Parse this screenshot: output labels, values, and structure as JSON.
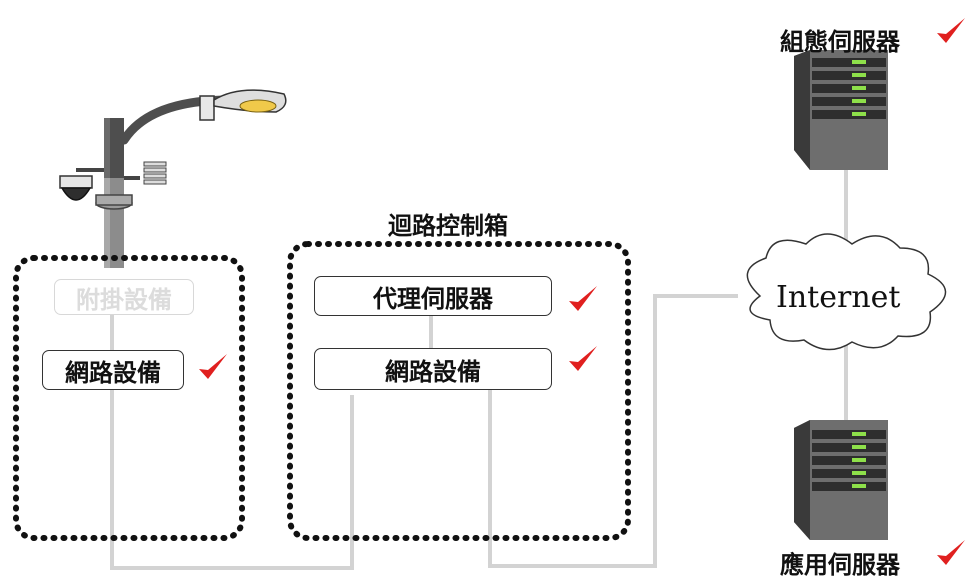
{
  "pole": {
    "attached_device": "附掛設備",
    "network_device": "網路設備"
  },
  "control_box": {
    "title": "迴路控制箱",
    "proxy_server": "代理伺服器",
    "network_device": "網路設備"
  },
  "config_server": {
    "label": "組態伺服器"
  },
  "cloud": {
    "label": "Internet"
  },
  "app_server": {
    "label": "應用伺服器"
  },
  "colors": {
    "check": "#e0201f",
    "line": "#d3d3d3",
    "border": "#111111"
  }
}
